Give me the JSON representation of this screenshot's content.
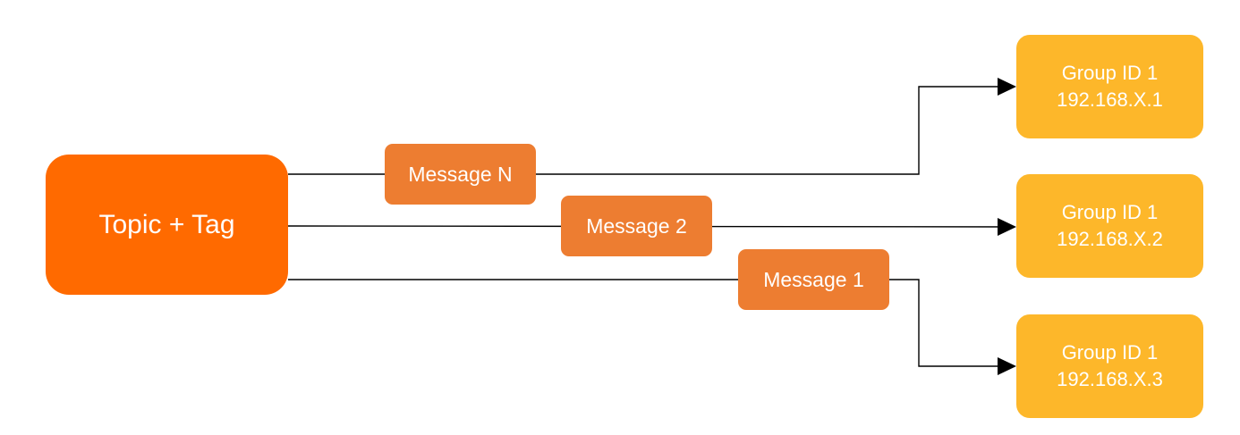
{
  "colors": {
    "topic": "#FF6A00",
    "message": "#ED7D31",
    "group": "#FDB72A",
    "line": "#000000",
    "text": "#FFFFFF"
  },
  "topic": {
    "label": "Topic + Tag"
  },
  "messages": [
    {
      "label": "Message N"
    },
    {
      "label": "Message 2"
    },
    {
      "label": "Message 1"
    }
  ],
  "groups": [
    {
      "name": "Group ID 1",
      "ip": "192.168.X.1"
    },
    {
      "name": "Group ID 1",
      "ip": "192.168.X.2"
    },
    {
      "name": "Group ID 1",
      "ip": "192.168.X.3"
    }
  ],
  "connections": [
    {
      "from": "topic",
      "via": "Message N",
      "to": "192.168.X.1"
    },
    {
      "from": "topic",
      "via": "Message 2",
      "to": "192.168.X.2"
    },
    {
      "from": "topic",
      "via": "Message 1",
      "to": "192.168.X.3"
    }
  ]
}
